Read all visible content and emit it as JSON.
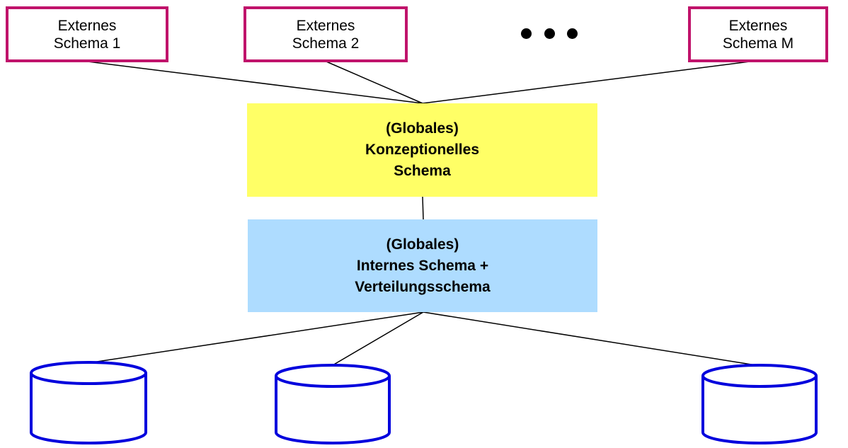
{
  "colors": {
    "external_border": "#c0136b",
    "conceptual_fill": "#ffff66",
    "internal_fill": "#aedcff",
    "database_stroke": "#0000dd",
    "line": "#000000"
  },
  "external_schemas": [
    {
      "label": "Externes\nSchema 1"
    },
    {
      "label": "Externes\nSchema 2"
    },
    {
      "label": "Externes\nSchema M"
    }
  ],
  "ellipsis": {
    "icon": "ellipsis-icon"
  },
  "conceptual_schema": {
    "label": "(Globales)\nKonzeptionelles\nSchema"
  },
  "internal_schema": {
    "label": "(Globales)\nInternes Schema +\nVerteilungsschema"
  },
  "databases": [
    {
      "icon": "database-icon"
    },
    {
      "icon": "database-icon"
    },
    {
      "icon": "database-icon"
    }
  ]
}
